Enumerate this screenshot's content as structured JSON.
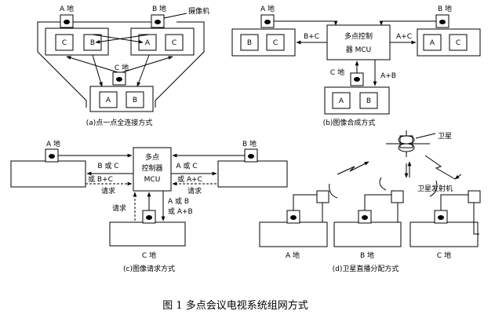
{
  "panel_a": {
    "site_a": "A 地",
    "site_b": "B 地",
    "site_c": "C 地",
    "camera_label": "摄像机",
    "box_a": [
      "C",
      "B"
    ],
    "box_b": [
      "A",
      "C"
    ],
    "box_c": [
      "A",
      "B"
    ],
    "caption": "(a)点一点全连接方式"
  },
  "panel_b": {
    "site_a": "A 地",
    "site_b": "B 地",
    "site_c": "C 地",
    "mcu_line1": "多点控制",
    "mcu_line2": "器 MCU",
    "flow_bc": "B+C",
    "flow_ac": "A+C",
    "flow_ab": "A+B",
    "box_a": [
      "B",
      "C"
    ],
    "box_b": [
      "A",
      "C"
    ],
    "box_c": [
      "A",
      "B"
    ],
    "caption": "(b)图像合成方式"
  },
  "panel_c": {
    "site_a": "A 地",
    "site_b": "B 地",
    "site_c": "C 地",
    "mcu_line1": "多点",
    "mcu_line2": "控制器",
    "mcu_line3": "MCU",
    "left_top": "B 或 C",
    "left_bottom": "或 B+C",
    "right_top": "A 或 C",
    "right_bottom": "或 A+C",
    "request_left": "请求",
    "request_right": "请求",
    "request_c": "请求",
    "down_top": "A 或 B",
    "down_bottom": "或 A+B",
    "caption": "(c)图像请求方式"
  },
  "panel_d": {
    "satellite": "卫星",
    "transmitter": "卫星发射机",
    "site_a": "A 地",
    "site_b": "B 地",
    "site_c": "C 地",
    "caption": "(d)卫星直播分配方式"
  },
  "figure_caption": "图 1    多点会议电视系统组网方式"
}
